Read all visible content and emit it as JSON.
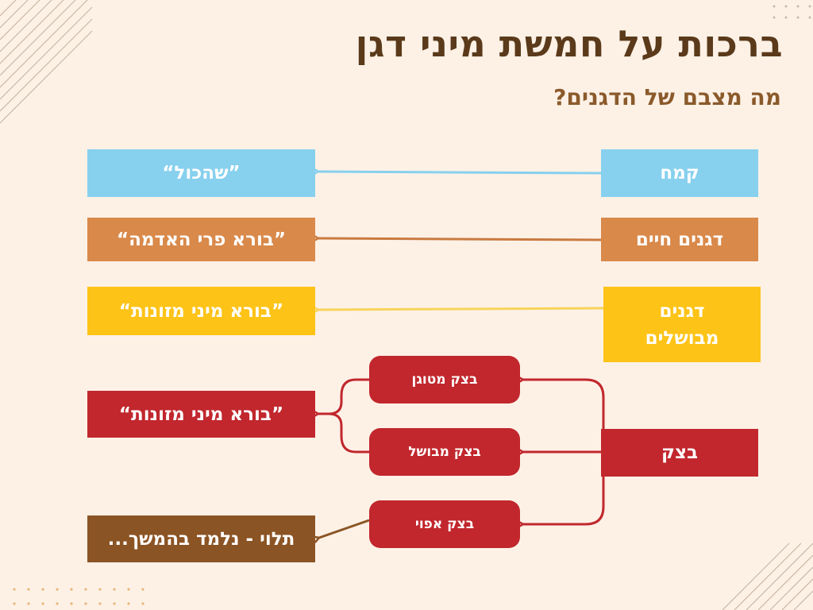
{
  "header": {
    "title": "ברכות על חמשת מיני דגן",
    "subtitle": "מה מצבם של הדגנים?"
  },
  "rows": [
    {
      "source": "קמח",
      "result": "”שהכול“",
      "color": "#87d0ee"
    },
    {
      "source": "דגנים חיים",
      "result": "”בורא פרי האדמה“",
      "color": "#d9894a"
    },
    {
      "source": "דגנים מבושלים",
      "result": "”בורא מיני מזונות“",
      "color": "#fdc317"
    }
  ],
  "dough": {
    "source": "בצק",
    "color": "#c1272d",
    "branches": [
      {
        "label": "בצק מטוגן"
      },
      {
        "label": "בצק מבושל"
      },
      {
        "label": "בצק אפוי"
      }
    ],
    "result_fried_cooked": "”בורא מיני מזונות“",
    "result_baked": "תלוי - נלמד בהמשך...",
    "result_baked_color": "#8b5424"
  }
}
